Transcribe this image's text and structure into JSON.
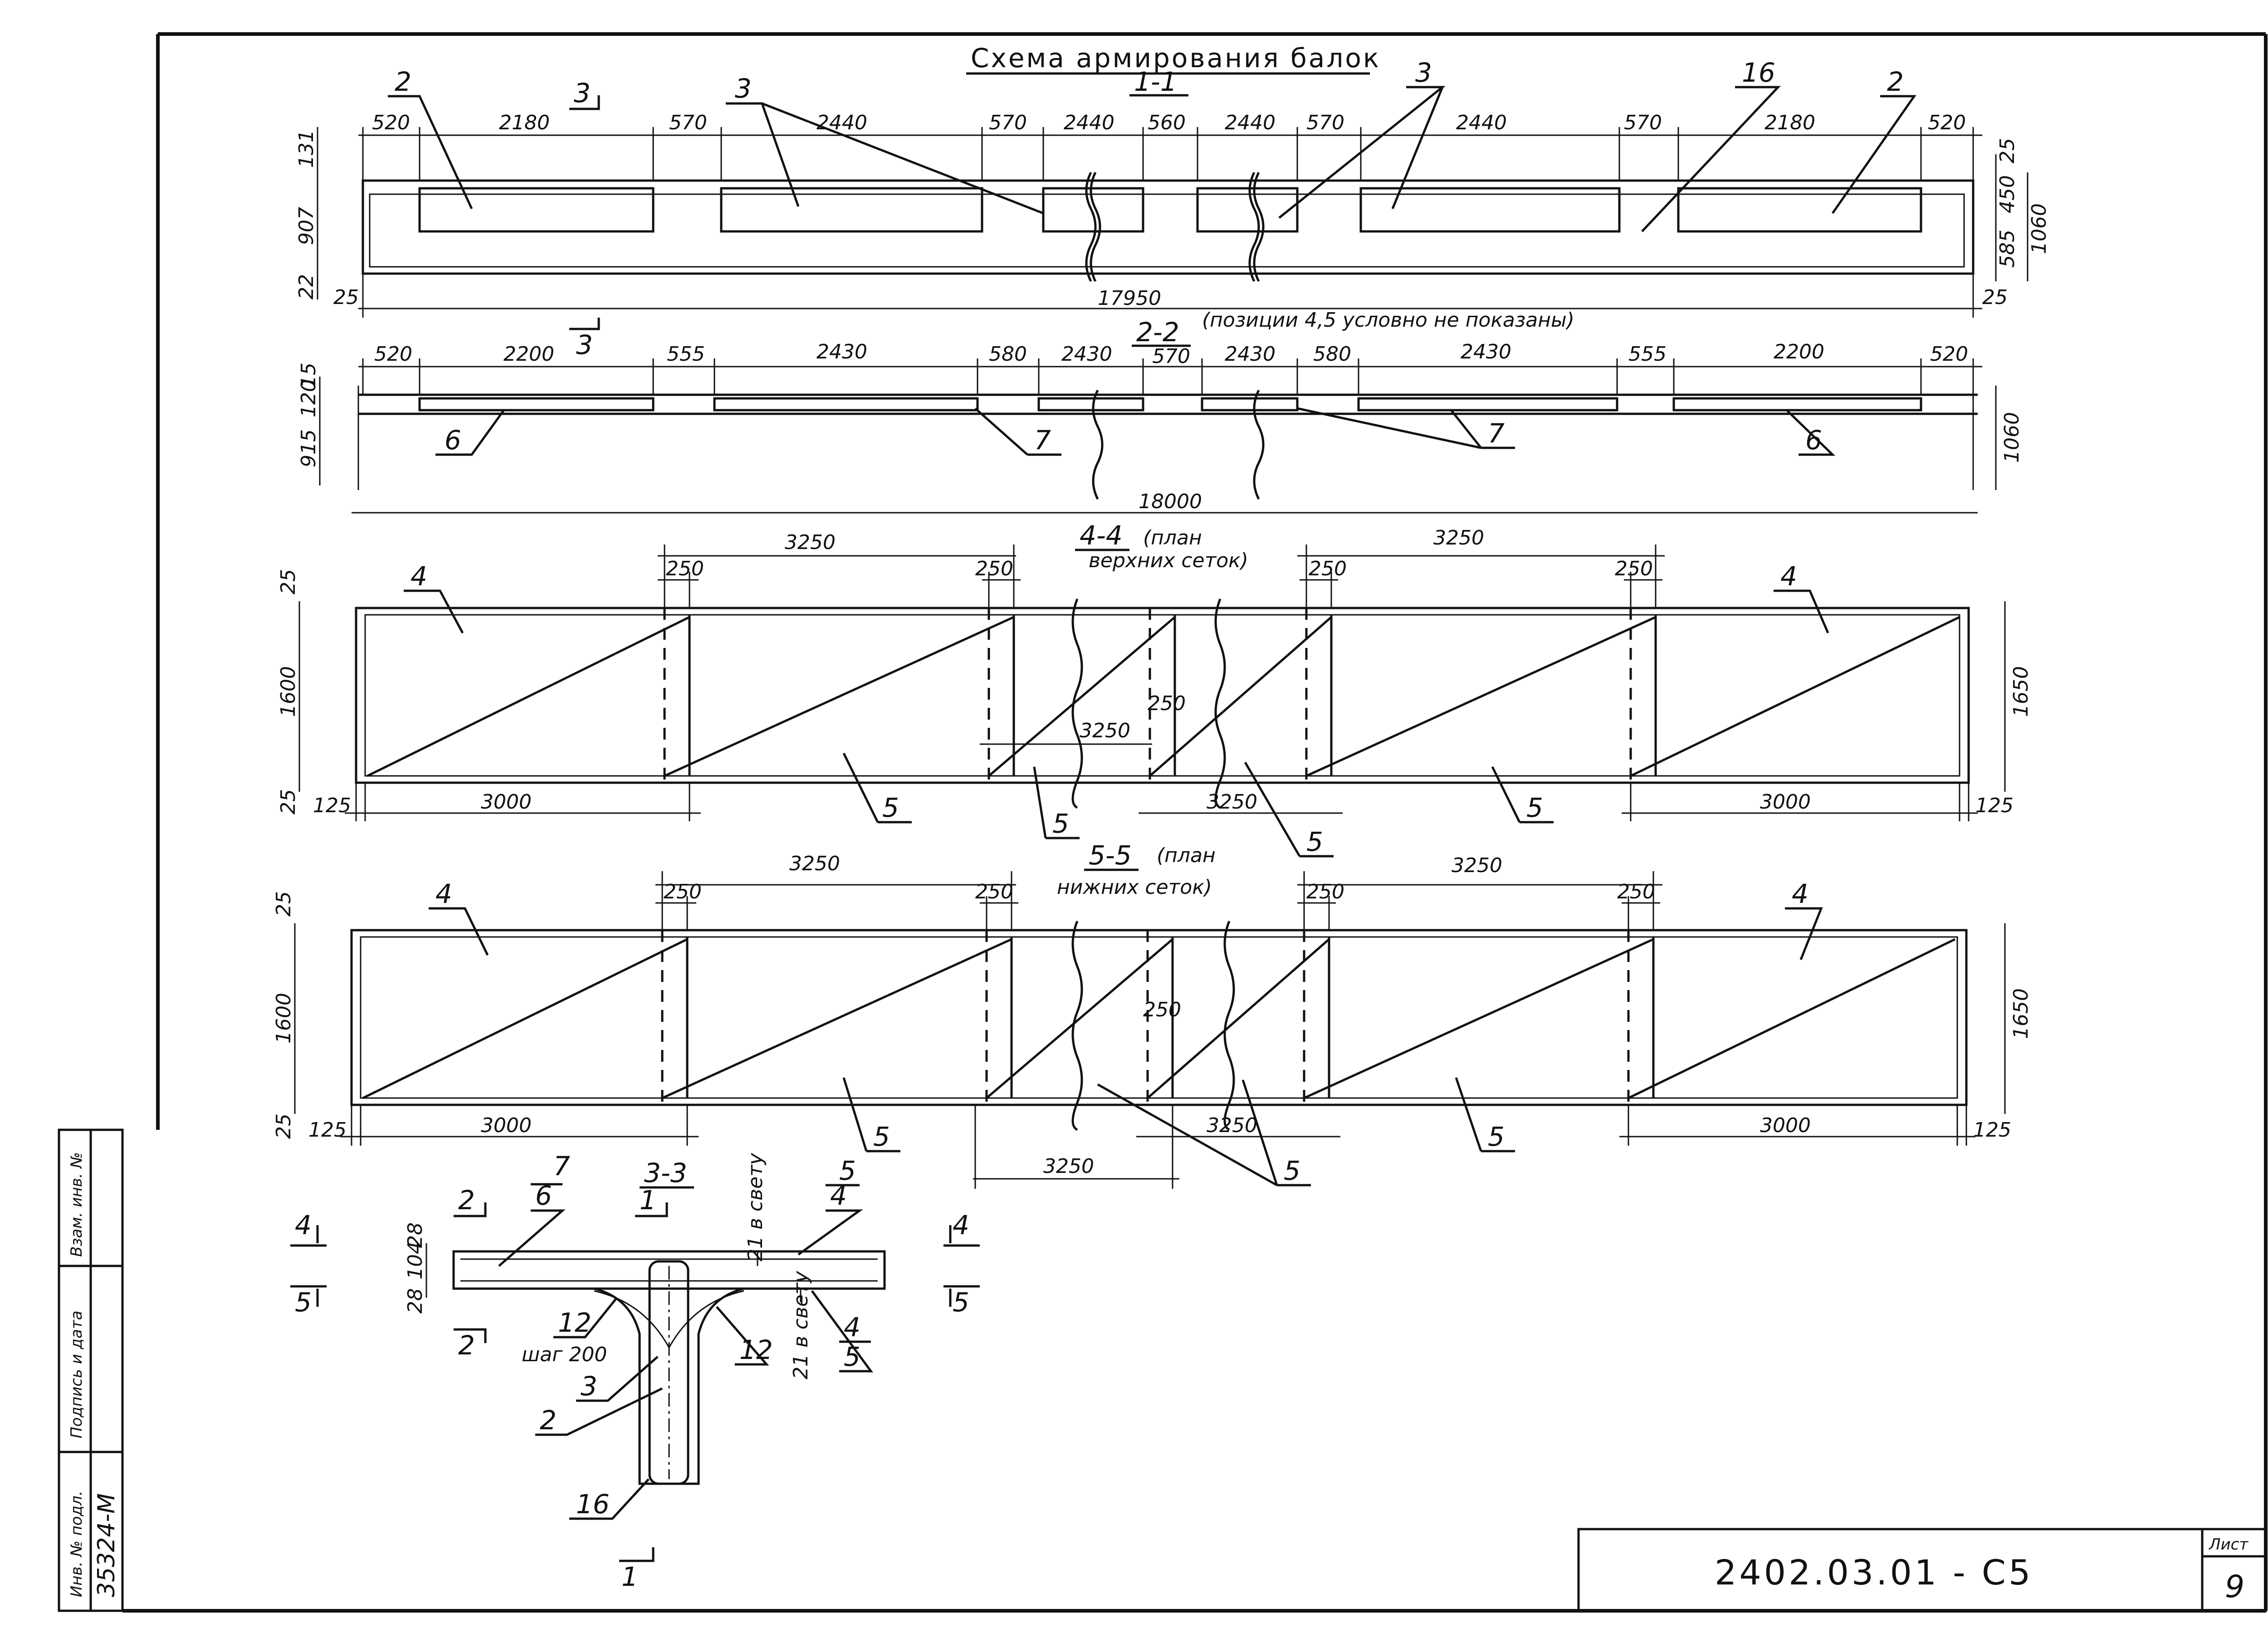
{
  "title": "Схема армирования балок",
  "frame": {
    "side_labels": [
      "Инв. № подл.",
      "Подпись и дата",
      "Взам. инв. №"
    ],
    "inv_number": "35324-М",
    "doc_code": "2402.03.01 - С5",
    "sheet_label": "Лист",
    "sheet_number": "9"
  },
  "section_1_1": {
    "title": "1-1",
    "cut_mark": "3",
    "top_dims": [
      "520",
      "2180",
      "570",
      "2440",
      "570",
      "2440",
      "560",
      "2440",
      "570",
      "2440",
      "570",
      "2180",
      "520"
    ],
    "total": "17950",
    "left_dims": [
      "131",
      "907",
      "22"
    ],
    "right_dims": [
      "25",
      "450",
      "585",
      "1060"
    ],
    "end_dims": [
      "25",
      "25"
    ],
    "callouts": [
      "2",
      "3",
      "3",
      "16",
      "2"
    ]
  },
  "section_2_2": {
    "title": "2-2",
    "note": "(позиции 4,5 условно не показаны)",
    "cut_mark": "3",
    "top_dims": [
      "520",
      "2200",
      "555",
      "2430",
      "580",
      "2430",
      "570",
      "2430",
      "580",
      "2430",
      "555",
      "2200",
      "520"
    ],
    "total": "18000",
    "left_dims": [
      "15",
      "120",
      "915"
    ],
    "right_dim": "1060",
    "callouts": [
      "6",
      "7",
      "7",
      "6"
    ]
  },
  "section_4_4": {
    "title": "4-4",
    "note_line1": "(план",
    "note_line2": "верхних сеток)",
    "dims": {
      "span": "3250",
      "overlap": "250",
      "end": "125",
      "panel": "3000",
      "height": "1600",
      "height_total": "1650",
      "edge": "25"
    },
    "callouts": [
      "4",
      "4",
      "5",
      "5",
      "5",
      "5"
    ]
  },
  "section_5_5": {
    "title": "5-5",
    "note_line1": "(план",
    "note_line2": "нижних сеток)",
    "dims": {
      "span": "3250",
      "overlap": "250",
      "end": "125",
      "panel": "3000",
      "height": "1600",
      "height_total": "1650",
      "edge": "25"
    },
    "callouts": [
      "4",
      "4",
      "5",
      "5",
      "5"
    ]
  },
  "section_3_3": {
    "title": "3-3",
    "dims_left": [
      "28",
      "104",
      "28"
    ],
    "cover_top": "21 в свету",
    "cover_bottom": "21 в свету",
    "step": "шаг 200",
    "callouts": [
      "7",
      "6",
      "5",
      "4",
      "12",
      "12",
      "4",
      "5",
      "3",
      "2",
      "16"
    ],
    "cut_marks": [
      "2",
      "2",
      "1",
      "1",
      "4",
      "5",
      "4",
      "5"
    ]
  }
}
